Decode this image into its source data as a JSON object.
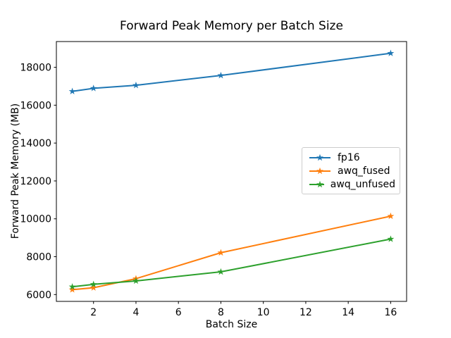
{
  "figure": {
    "background": "#ffffff"
  },
  "chart_data": {
    "type": "line",
    "title": "Forward Peak Memory per Batch Size",
    "xlabel": "Batch Size",
    "ylabel": "Forward Peak Memory (MB)",
    "x": [
      1,
      2,
      4,
      8,
      16
    ],
    "series": [
      {
        "name": "fp16",
        "color": "#1f77b4",
        "marker": "star",
        "values": [
          16730,
          16890,
          17050,
          17570,
          18740
        ]
      },
      {
        "name": "awq_fused",
        "color": "#ff7f0e",
        "marker": "star",
        "values": [
          6260,
          6360,
          6840,
          8210,
          10140
        ]
      },
      {
        "name": "awq_unfused",
        "color": "#2ca02c",
        "marker": "star",
        "values": [
          6410,
          6540,
          6720,
          7200,
          8930
        ]
      }
    ],
    "xticks": [
      2,
      4,
      6,
      8,
      10,
      12,
      14,
      16
    ],
    "yticks": [
      6000,
      8000,
      10000,
      12000,
      14000,
      16000,
      18000
    ],
    "xlim": [
      0.25,
      16.75
    ],
    "ylim": [
      5640,
      19360
    ],
    "grid": false,
    "legend_position": "center-right",
    "spine_color": "#000000",
    "legend_border_color": "#cccccc"
  }
}
